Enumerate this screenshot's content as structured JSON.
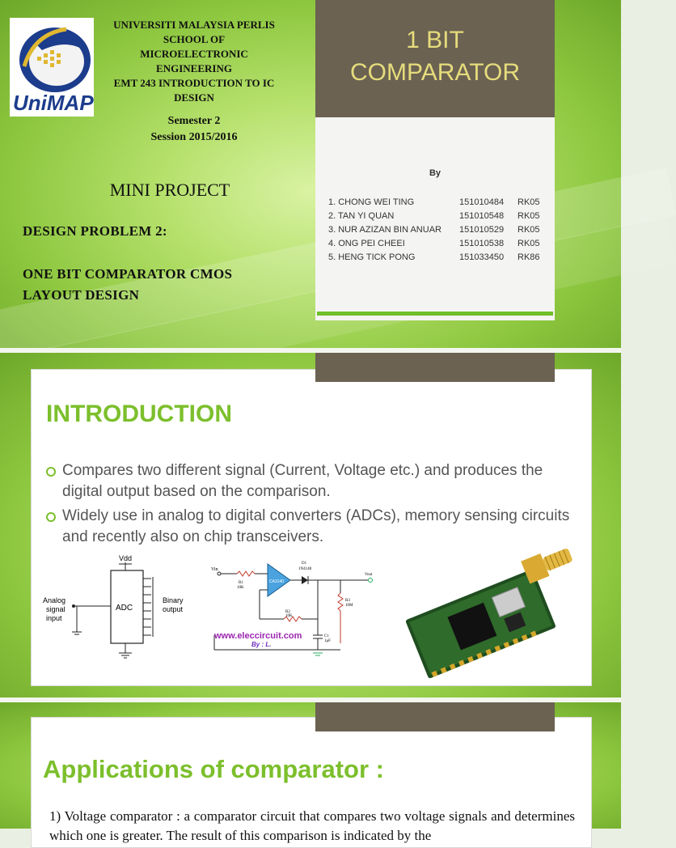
{
  "slide1": {
    "logo_text": "UniMAP",
    "university": [
      "UNIVERSITI MALAYSIA PERLIS",
      "SCHOOL OF",
      "MICROELECTRONIC",
      "ENGINEERING",
      "EMT 243 INTRODUCTION TO IC",
      "DESIGN"
    ],
    "semester": "Semester 2",
    "session": "Session 2015/2016",
    "mini_project": "MINI PROJECT",
    "design_problem": "DESIGN PROBLEM 2:",
    "project_title": [
      "ONE BIT COMPARATOR CMOS",
      "LAYOUT DESIGN"
    ],
    "panel_title": [
      "1 BIT",
      "COMPARATOR"
    ],
    "by_label": "By",
    "members": [
      {
        "name": "1. CHONG WEI TING",
        "id": "151010484",
        "group": "RK05"
      },
      {
        "name": "2. TAN YI QUAN",
        "id": "151010548",
        "group": "RK05"
      },
      {
        "name": "3. NUR AZIZAN BIN ANUAR",
        "id": "151010529",
        "group": "RK05"
      },
      {
        "name": "4. ONG PEI CHEEI",
        "id": "151010538",
        "group": "RK05"
      },
      {
        "name": "5. HENG TICK PONG",
        "id": "151033450",
        "group": "RK86"
      }
    ]
  },
  "slide2": {
    "title": "INTRODUCTION",
    "bullets": [
      "Compares two different signal (Current, Voltage etc.) and produces the digital output based on the comparison.",
      "Widely use in analog to digital converters (ADCs), memory sensing circuits and recently also on chip transceivers."
    ],
    "adc": {
      "vdd": "Vdd",
      "block": "ADC",
      "input": [
        "Analog",
        "signal",
        "input"
      ],
      "output": [
        "Binary",
        "output"
      ]
    },
    "circuit": {
      "vin": "Vin",
      "vout": "Vout",
      "opamp": "CA3140",
      "d1": [
        "D1",
        "1N4148"
      ],
      "r1": [
        "R1",
        "10K"
      ],
      "r2": [
        "R2",
        "10K"
      ],
      "r3": [
        "R3",
        "10M"
      ],
      "c1": [
        "C1",
        "1μF"
      ],
      "site": "www.eleccircuit.com",
      "by": "By : L."
    }
  },
  "slide3": {
    "title": "Applications of comparator :",
    "body": "1) Voltage comparator : a comparator circuit that compares two voltage signals and determines which one is greater. The result of this comparison is indicated by the"
  },
  "colors": {
    "accent_green": "#7cbf2c",
    "panel_brown": "#6b6252",
    "title_yellow": "#e6dc7c"
  }
}
